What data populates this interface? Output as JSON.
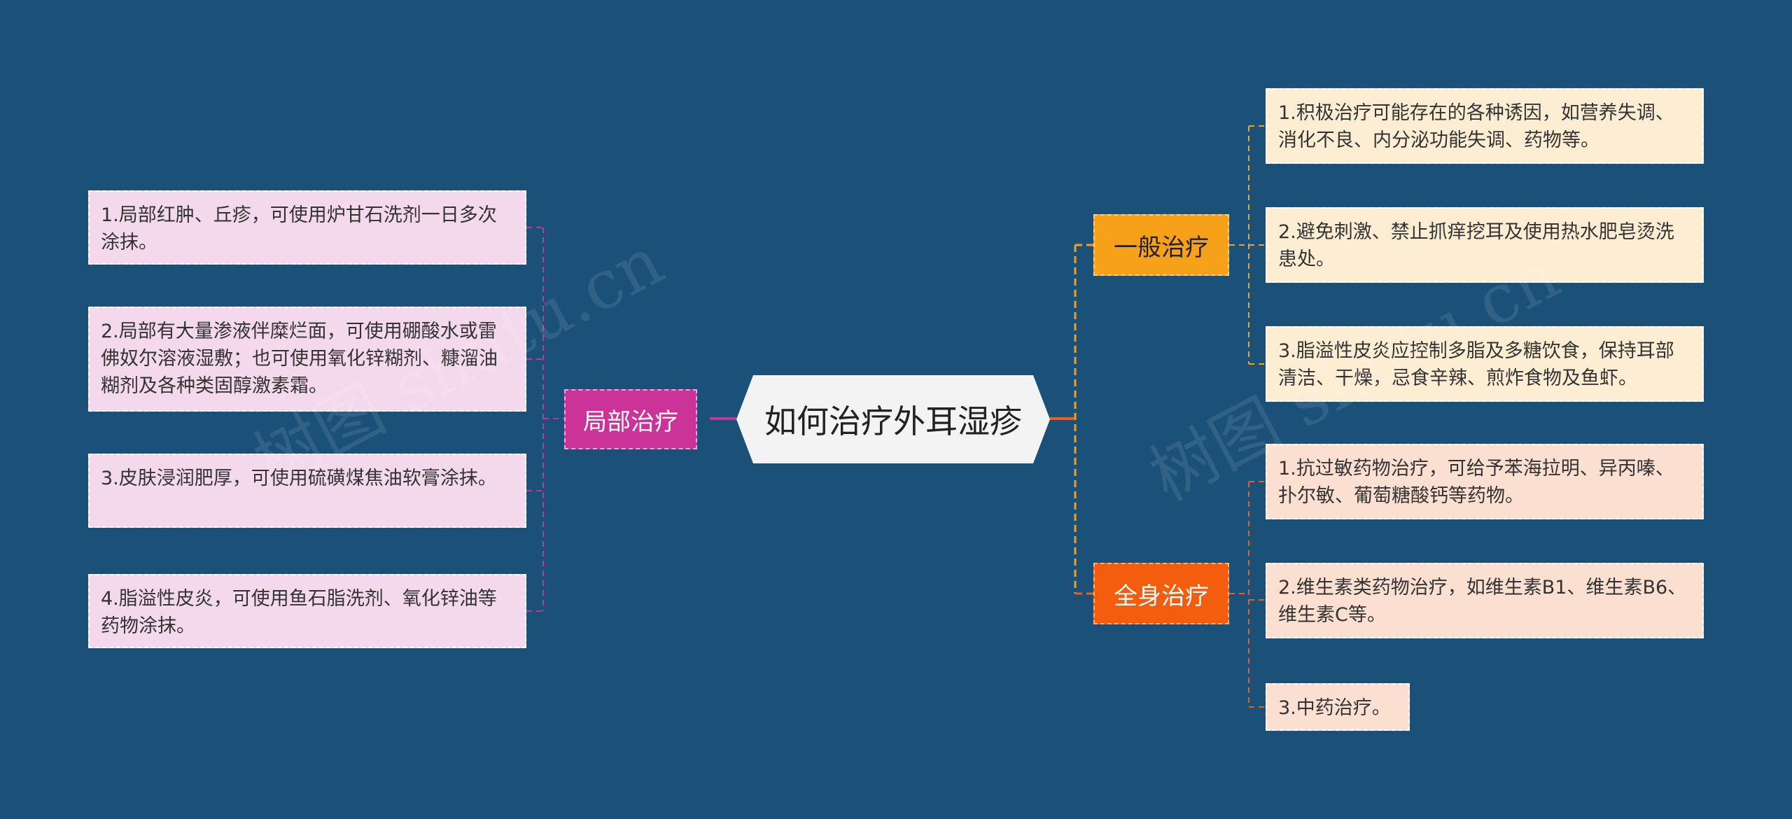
{
  "center": {
    "title": "如何治疗外耳湿疹"
  },
  "colors": {
    "background": "#1b5079",
    "local": "#cc3399",
    "general": "#f7a11a",
    "systemic": "#f45d0e",
    "leaf_pink": "#f4d8ec",
    "leaf_cream": "#fdeed3",
    "leaf_peach": "#fbe0d1"
  },
  "branches": {
    "local": {
      "label": "局部治疗",
      "items": [
        "1.局部红肿、丘疹，可使用炉甘石洗剂一日多次涂抹。",
        "2.局部有大量渗液伴糜烂面，可使用硼酸水或雷佛奴尔溶液湿敷；也可使用氧化锌糊剂、糠溜油糊剂及各种类固醇激素霜。",
        "3.皮肤浸润肥厚，可使用硫磺煤焦油软膏涂抹。",
        "4.脂溢性皮炎，可使用鱼石脂洗剂、氧化锌油等药物涂抹。"
      ]
    },
    "general": {
      "label": "一般治疗",
      "items": [
        "1.积极治疗可能存在的各种诱因，如营养失调、消化不良、内分泌功能失调、药物等。",
        "2.避免刺激、禁止抓痒挖耳及使用热水肥皂烫洗患处。",
        "3.脂溢性皮炎应控制多脂及多糖饮食，保持耳部清洁、干燥，忌食辛辣、煎炸食物及鱼虾。"
      ]
    },
    "systemic": {
      "label": "全身治疗",
      "items": [
        "1.抗过敏药物治疗，可给予苯海拉明、异丙嗪、扑尔敏、葡萄糖酸钙等药物。",
        "2.维生素类药物治疗，如维生素B1、维生素B6、维生素C等。",
        "3.中药治疗。"
      ]
    }
  },
  "watermarks": [
    "树图 shutu.cn",
    "树图 shutu.cn"
  ]
}
